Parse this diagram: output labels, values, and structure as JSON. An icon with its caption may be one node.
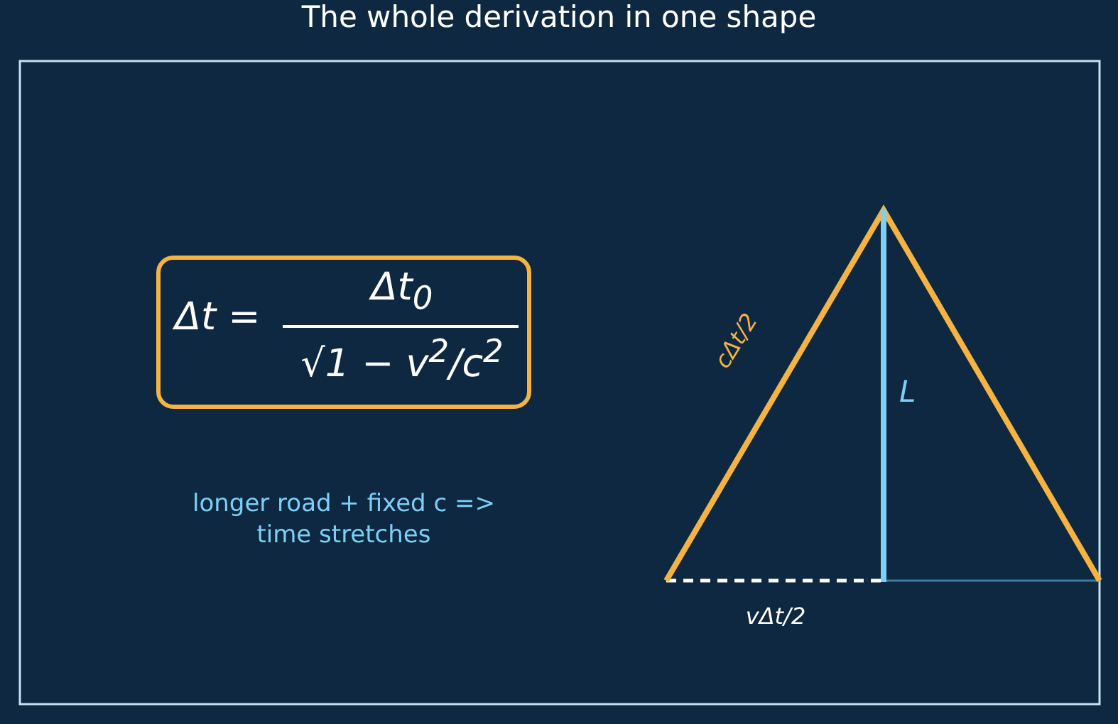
{
  "diagram": {
    "title": "The whole derivation in one shape",
    "nodes": [
      {
        "text": [
          "Δt =",
          "Δt$_{0}$",
          "√1 − v$^{2}$/c$^{2}$"
        ]
      }
    ],
    "labels": [
      "cΔt/2",
      "L",
      "vΔt/2",
      "longer road + fixed c => time stretches"
    ]
  }
}
